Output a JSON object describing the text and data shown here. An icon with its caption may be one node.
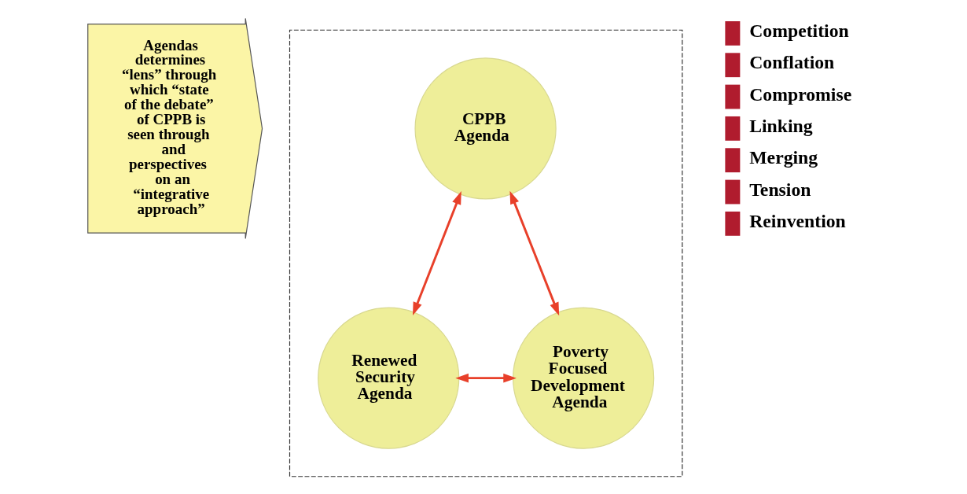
{
  "diagram": {
    "nodes": [
      {
        "text": [
          "Agendas determines “lens” through which “state of the debate” of CPPB is seen through and perspectives on an “integrative approach”"
        ]
      },
      {
        "text": [],
        "shape": "box"
      },
      {
        "text": [
          "CPPB Agenda"
        ],
        "in": 1
      },
      {
        "text": [
          "Renewed Security Agenda"
        ],
        "in": 1
      },
      {
        "text": [
          "Poverty Focused Development Agenda"
        ],
        "in": 1
      }
    ],
    "edges": [
      {
        "from": 2,
        "to": 3,
        "arrow": "both"
      },
      {
        "from": 2,
        "to": 4,
        "arrow": "both"
      },
      {
        "from": 3,
        "to": 4,
        "arrow": "both"
      }
    ],
    "labels": [
      "Competition",
      "Conflation",
      "Compromise",
      "Linking",
      "Merging",
      "Tension",
      "Reinvention"
    ]
  }
}
